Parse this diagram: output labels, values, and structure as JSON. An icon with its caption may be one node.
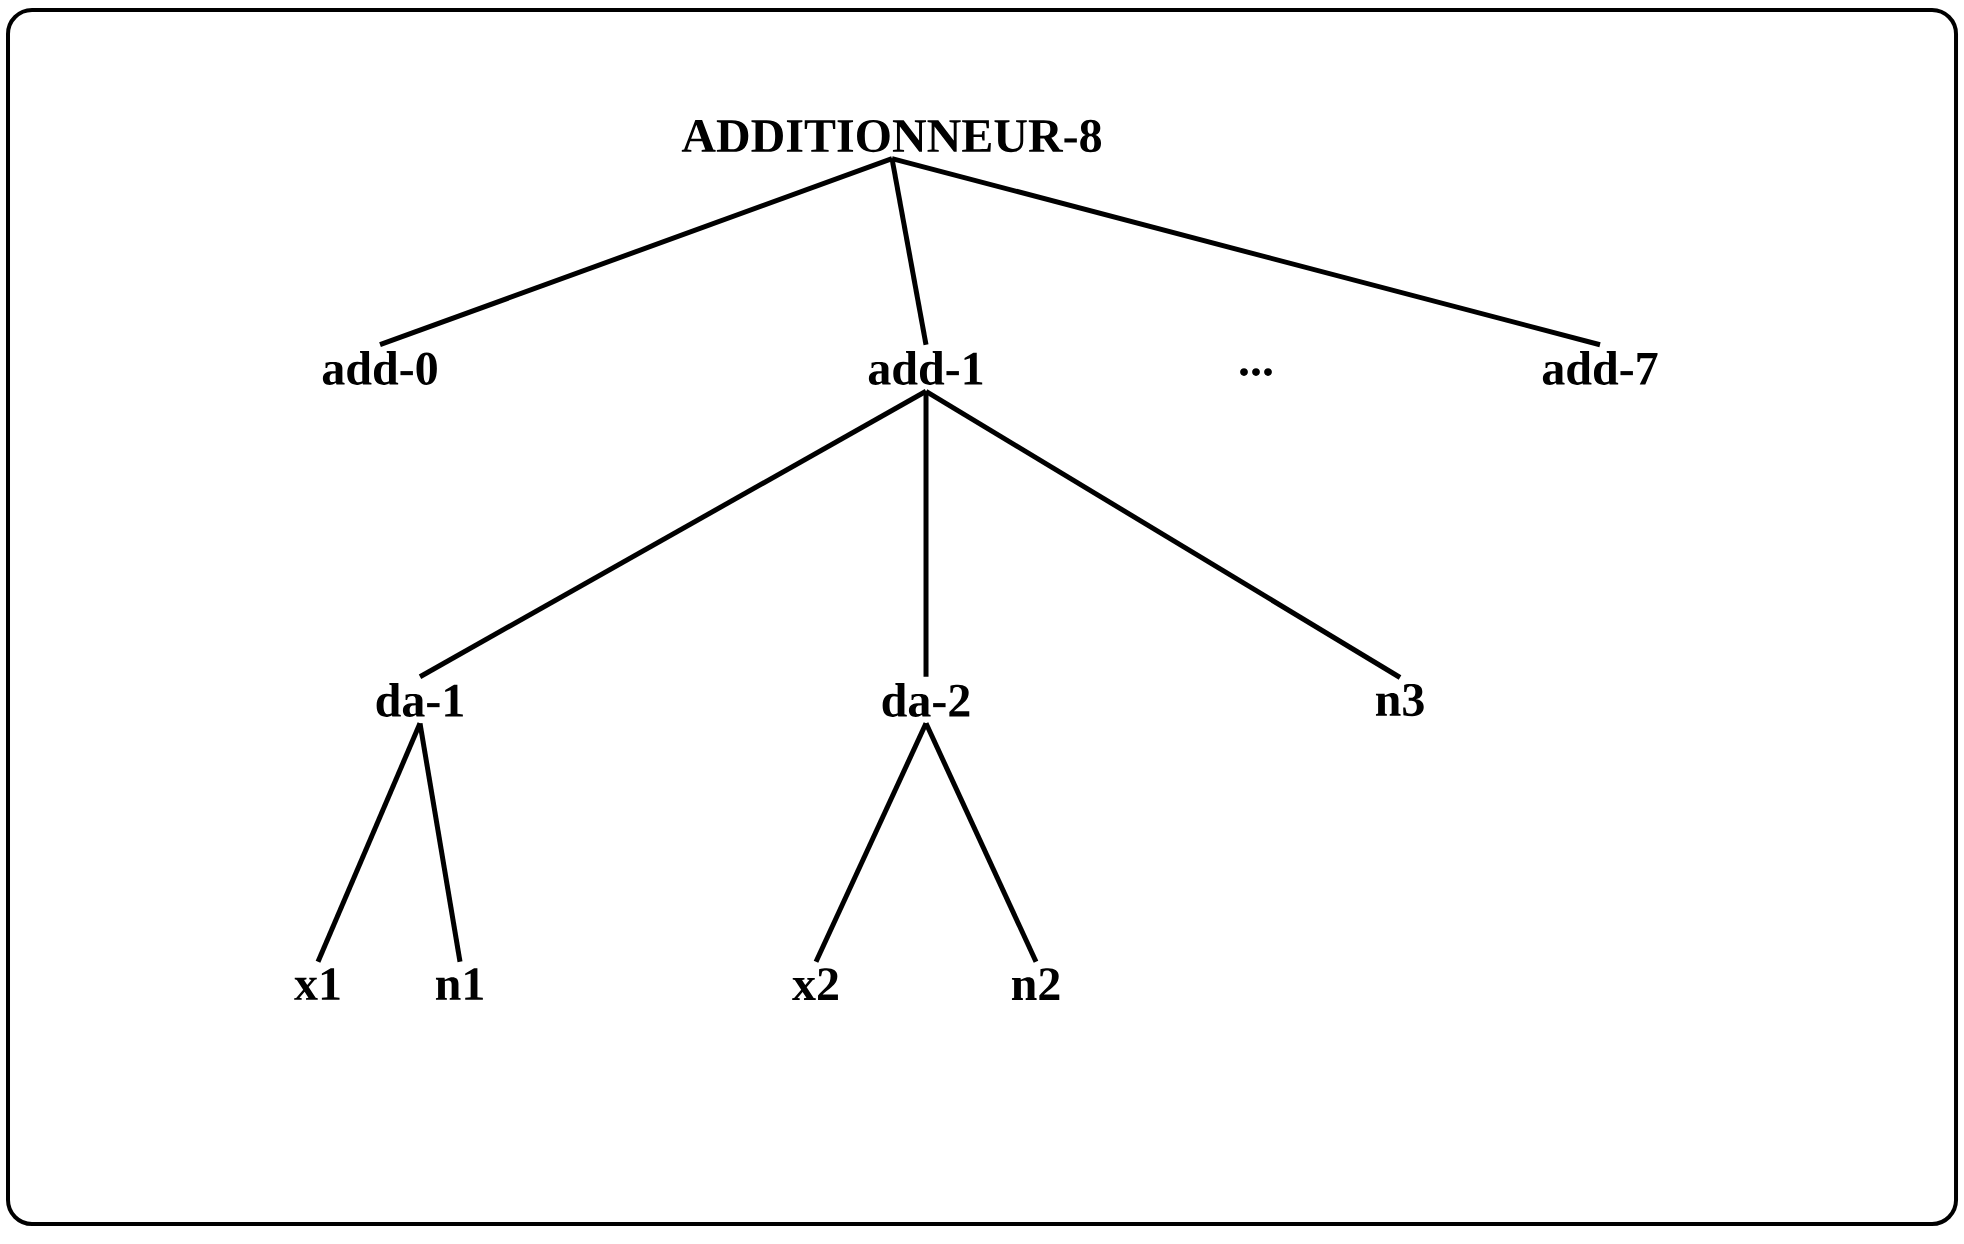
{
  "diagram": {
    "nodes": [
      {
        "text": [
          "ADDITIONNEUR-8"
        ]
      },
      {
        "text": [
          "add-0"
        ]
      },
      {
        "text": [
          "add-1"
        ]
      },
      {
        "text": [
          "add-7"
        ]
      },
      {
        "text": [
          "da-1"
        ]
      },
      {
        "text": [
          "da-2"
        ]
      },
      {
        "text": [
          "n3"
        ]
      },
      {
        "text": [
          "x1"
        ]
      },
      {
        "text": [
          "n1"
        ]
      },
      {
        "text": [
          "x2"
        ]
      },
      {
        "text": [
          "n2"
        ]
      }
    ],
    "edges": [
      {
        "from": 0,
        "to": 1,
        "arrow": "none"
      },
      {
        "from": 0,
        "to": 2,
        "arrow": "none"
      },
      {
        "from": 0,
        "to": 3,
        "arrow": "none"
      },
      {
        "from": 2,
        "to": 4,
        "arrow": "none"
      },
      {
        "from": 2,
        "to": 5,
        "arrow": "none"
      },
      {
        "from": 2,
        "to": 6,
        "arrow": "none"
      },
      {
        "from": 4,
        "to": 7,
        "arrow": "none"
      },
      {
        "from": 4,
        "to": 8,
        "arrow": "none"
      },
      {
        "from": 5,
        "to": 9,
        "arrow": "none"
      },
      {
        "from": 5,
        "to": 10,
        "arrow": "none"
      }
    ],
    "labels": [
      "..."
    ]
  }
}
